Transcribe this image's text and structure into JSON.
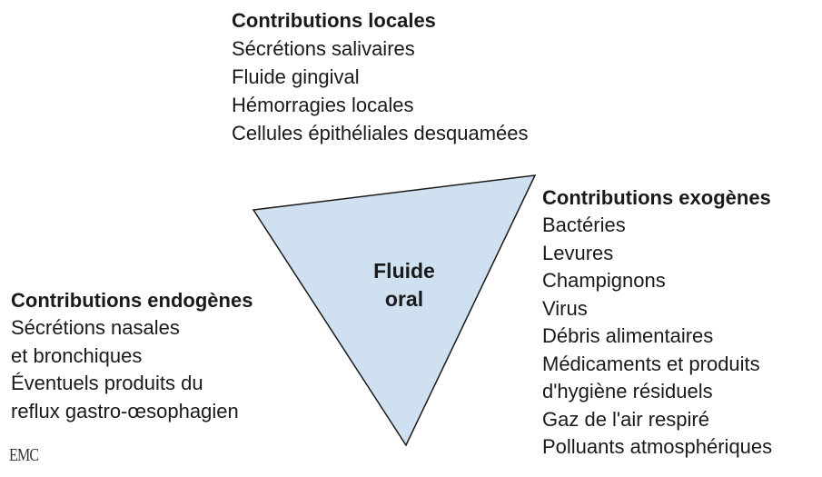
{
  "center": {
    "line1": "Fluide",
    "line2": "oral"
  },
  "local": {
    "title": "Contributions locales",
    "items": [
      "Sécrétions salivaires",
      "Fluide gingival",
      "Hémorragies locales",
      "Cellules épithéliales desquamées"
    ]
  },
  "exogenous": {
    "title": "Contributions exogènes",
    "items": [
      "Bactéries",
      "Levures",
      "Champignons",
      "Virus",
      "Débris alimentaires",
      "Médicaments et produits",
      "d'hygiène résiduels",
      "Gaz de l'air respiré",
      "Polluants atmosphériques"
    ]
  },
  "endogenous": {
    "title": "Contributions endogènes",
    "items": [
      "Sécrétions nasales",
      "et bronchiques",
      "Éventuels produits du",
      "reflux gastro-œsophagien"
    ]
  },
  "logo": "EMC",
  "colors": {
    "triangle_fill": "#cfe0f1",
    "triangle_stroke": "#1a1a1a",
    "text": "#1a1a1a"
  }
}
